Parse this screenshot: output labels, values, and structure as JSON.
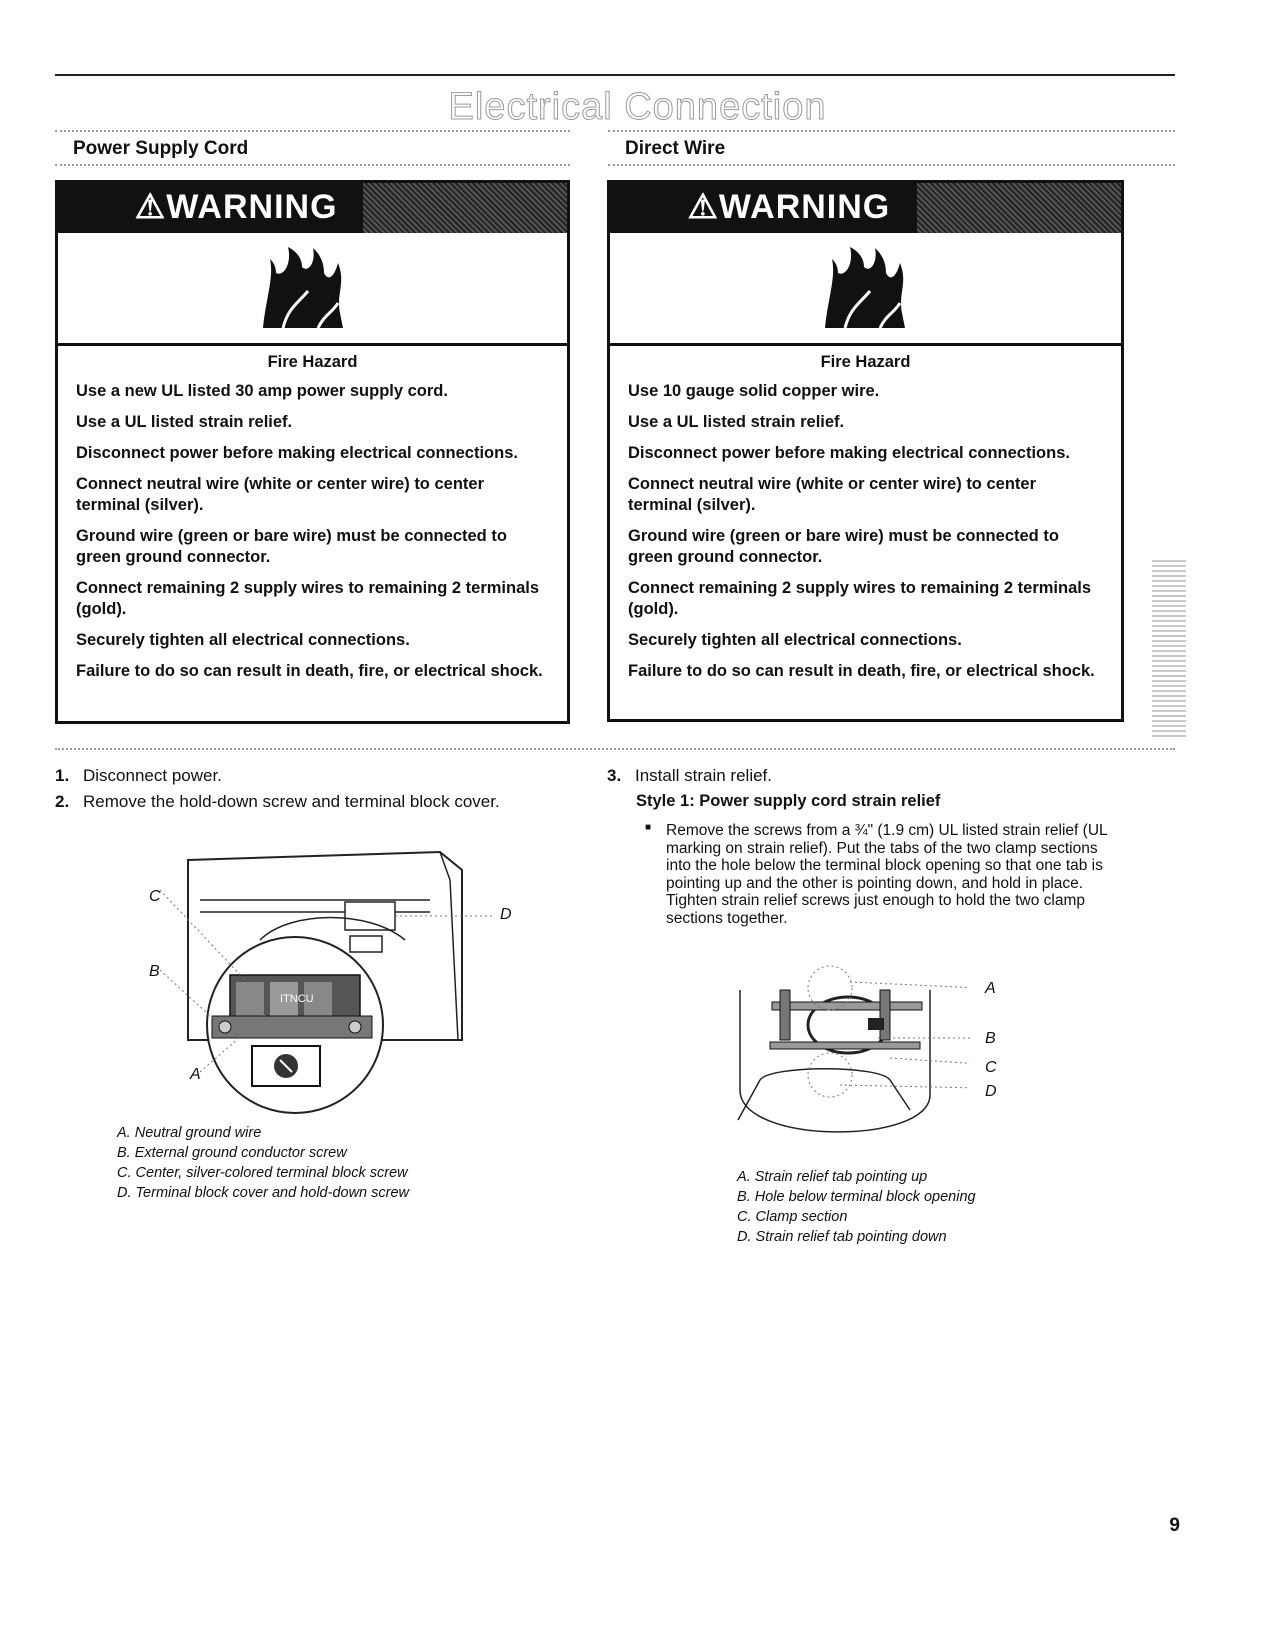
{
  "page_title": "Electrical Connection",
  "left": {
    "heading": "Power Supply Cord",
    "warning": {
      "label": "WARNING",
      "hazard": "Fire Hazard",
      "lines": [
        "Use a new UL listed 30 amp power supply cord.",
        "Use a UL listed strain relief.",
        "Disconnect power before making electrical connections.",
        "Connect neutral wire (white or center wire) to center terminal (silver).",
        "Ground wire (green or bare wire) must be connected to green ground connector.",
        "Connect remaining 2 supply wires to remaining 2 terminals (gold).",
        "Securely tighten all electrical connections.",
        "Failure to do so can result in death, fire, or electrical shock."
      ]
    },
    "steps": [
      {
        "num": "1.",
        "text": "Disconnect power."
      },
      {
        "num": "2.",
        "text": "Remove the hold-down screw and terminal block cover."
      }
    ],
    "figure": {
      "callouts": [
        "A",
        "B",
        "C",
        "D"
      ],
      "terminal_text": "ITNCU",
      "captions": [
        "A. Neutral ground wire",
        "B. External ground conductor screw",
        "C. Center, silver-colored terminal block screw",
        "D. Terminal block cover and hold-down screw"
      ]
    }
  },
  "right": {
    "heading": "Direct Wire",
    "warning": {
      "label": "WARNING",
      "hazard": "Fire Hazard",
      "lines": [
        "Use 10 gauge solid copper wire.",
        "Use a UL listed strain relief.",
        "Disconnect power before making electrical connections.",
        "Connect neutral wire (white or center wire) to center terminal (silver).",
        "Ground wire (green or bare wire) must be connected to green ground connector.",
        "Connect remaining 2 supply wires to remaining 2 terminals (gold).",
        "Securely tighten all electrical connections.",
        "Failure to do so can result in death, fire, or electrical shock."
      ]
    },
    "step3": {
      "num": "3.",
      "text": "Install strain relief."
    },
    "style1_heading": "Style 1: Power supply cord strain relief",
    "bullet": "Remove the screws from a ¾\" (1.9 cm) UL listed strain relief (UL marking on strain relief). Put the tabs of the two clamp sections into the hole below the terminal block opening so that one tab is pointing up and the other is pointing down, and hold in place. Tighten strain relief screws just enough to hold the two clamp sections together.",
    "figure": {
      "callouts": [
        "A",
        "B",
        "C",
        "D"
      ],
      "captions": [
        "A. Strain relief tab pointing up",
        "B. Hole below terminal block opening",
        "C. Clamp section",
        "D. Strain relief tab pointing down"
      ]
    }
  },
  "page_number": "9"
}
